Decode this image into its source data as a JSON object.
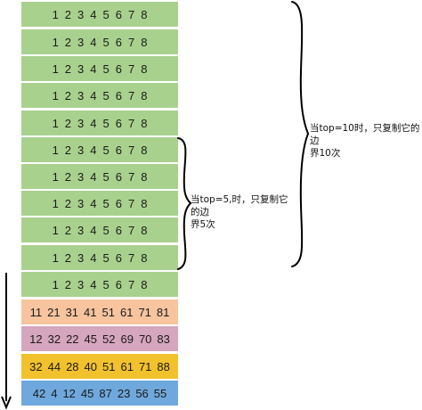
{
  "rows": [
    {
      "color": "green",
      "cells": [
        "1",
        "2",
        "3",
        "4",
        "5",
        "6",
        "7",
        "8"
      ]
    },
    {
      "color": "green",
      "cells": [
        "1",
        "2",
        "3",
        "4",
        "5",
        "6",
        "7",
        "8"
      ]
    },
    {
      "color": "green",
      "cells": [
        "1",
        "2",
        "3",
        "4",
        "5",
        "6",
        "7",
        "8"
      ]
    },
    {
      "color": "green",
      "cells": [
        "1",
        "2",
        "3",
        "4",
        "5",
        "6",
        "7",
        "8"
      ]
    },
    {
      "color": "green",
      "cells": [
        "1",
        "2",
        "3",
        "4",
        "5",
        "6",
        "7",
        "8"
      ]
    },
    {
      "color": "green",
      "cells": [
        "1",
        "2",
        "3",
        "4",
        "5",
        "6",
        "7",
        "8"
      ]
    },
    {
      "color": "green",
      "cells": [
        "1",
        "2",
        "3",
        "4",
        "5",
        "6",
        "7",
        "8"
      ]
    },
    {
      "color": "green",
      "cells": [
        "1",
        "2",
        "3",
        "4",
        "5",
        "6",
        "7",
        "8"
      ]
    },
    {
      "color": "green",
      "cells": [
        "1",
        "2",
        "3",
        "4",
        "5",
        "6",
        "7",
        "8"
      ]
    },
    {
      "color": "green",
      "cells": [
        "1",
        "2",
        "3",
        "4",
        "5",
        "6",
        "7",
        "8"
      ]
    },
    {
      "color": "green",
      "cells": [
        "1",
        "2",
        "3",
        "4",
        "5",
        "6",
        "7",
        "8"
      ]
    },
    {
      "color": "orange",
      "cells": [
        "11",
        "21",
        "31",
        "41",
        "51",
        "61",
        "71",
        "81"
      ]
    },
    {
      "color": "pink",
      "cells": [
        "12",
        "32",
        "22",
        "45",
        "52",
        "69",
        "70",
        "83"
      ]
    },
    {
      "color": "yellow",
      "cells": [
        "32",
        "44",
        "28",
        "40",
        "51",
        "61",
        "71",
        "88"
      ]
    },
    {
      "color": "blue",
      "cells": [
        "42",
        "4",
        "12",
        "45",
        "87",
        "23",
        "56",
        "55"
      ]
    }
  ],
  "annotations": {
    "top5": {
      "line1": "当top=5,时，只复制它的边",
      "line2": "界5次"
    },
    "top10": {
      "line1": "当top=10时，只复制它的边",
      "line2": "界10次"
    }
  },
  "colors": {
    "green": "#a9d18e",
    "orange": "#f7c49e",
    "pink": "#d5a6bd",
    "yellow": "#f2c12e",
    "blue": "#6fa8dc",
    "stroke": "#000000"
  }
}
